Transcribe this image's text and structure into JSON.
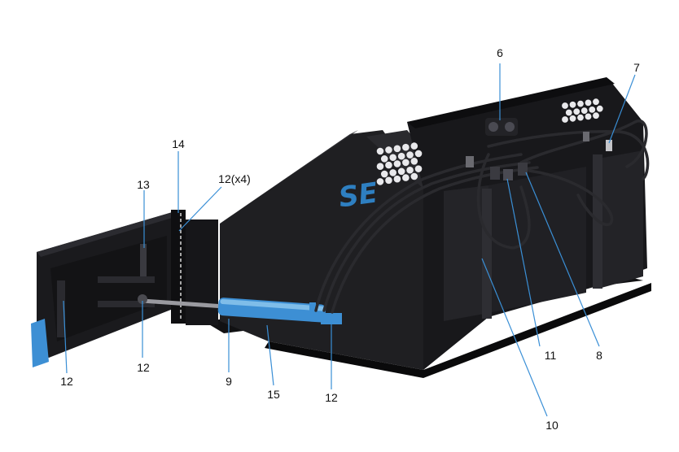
{
  "brand": {
    "logo_text": "SE",
    "logo_color": "#2e7fc1"
  },
  "colors": {
    "body": "#1c1c1e",
    "leader_line": "#3a8fd6",
    "accent_blue": "#3d8fd4"
  },
  "callouts": [
    {
      "id": "c6",
      "label": "6"
    },
    {
      "id": "c7",
      "label": "7"
    },
    {
      "id": "c14",
      "label": "14"
    },
    {
      "id": "c12x4",
      "label": "12(x4)"
    },
    {
      "id": "c13",
      "label": "13"
    },
    {
      "id": "c12a",
      "label": "12"
    },
    {
      "id": "c12b",
      "label": "12"
    },
    {
      "id": "c9",
      "label": "9"
    },
    {
      "id": "c15",
      "label": "15"
    },
    {
      "id": "c12c",
      "label": "12"
    },
    {
      "id": "c11",
      "label": "11"
    },
    {
      "id": "c8",
      "label": "8"
    },
    {
      "id": "c10",
      "label": "10"
    }
  ]
}
